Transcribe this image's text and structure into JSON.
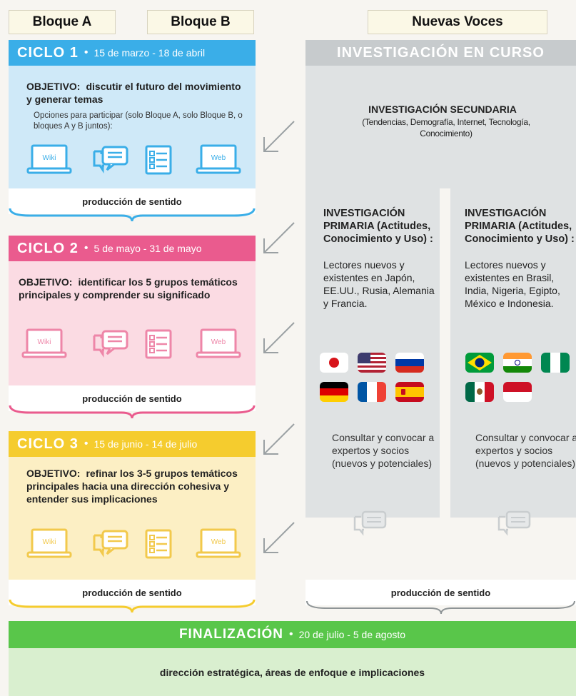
{
  "tabs": {
    "block_a": "Bloque A",
    "block_b": "Bloque B",
    "new_voices": "Nuevas Voces"
  },
  "cycle1": {
    "name": "CICLO 1",
    "dates": "15 de marzo - 18 de abril",
    "objective_label": "OBJETIVO:",
    "objective_text": "discutir el futuro del movimiento y generar temas",
    "options": "Opciones para participar (solo Bloque A, solo Bloque B, o bloques A y B juntos):",
    "sense": "producción de sentido",
    "color": "#3aaee8",
    "bg": "#cfe9f8"
  },
  "cycle2": {
    "name": "CICLO 2",
    "dates": "5 de mayo - 31 de mayo",
    "objective_label": "OBJETIVO:",
    "objective_text": "identificar los 5 grupos temáticos principales y comprender su significado",
    "sense": "producción de sentido",
    "color": "#ea5b8e",
    "bg": "#fbdbe3"
  },
  "cycle3": {
    "name": "CICLO 3",
    "dates": "15 de junio - 14 de julio",
    "objective_label": "OBJETIVO:",
    "objective_text": "refinar los 3-5 grupos temáticos principales hacia una dirección cohesiva y entender sus implicaciones",
    "sense": "producción de sentido",
    "color": "#f5cc2e",
    "bg": "#fcefc4"
  },
  "icons": {
    "wiki": "Wiki",
    "web": "Web"
  },
  "research": {
    "header": "INVESTIGACIÓN EN CURSO",
    "secondary_title": "INVESTIGACIÓN SECUNDARIA",
    "secondary_sub": "(Tendencias, Demografía, Internet, Tecnología, Conocimiento)",
    "primary_title": "INVESTIGACIÓN PRIMARIA (Actitudes, Conocimiento y Uso) :",
    "left_text": "Lectores nuevos y existentes en Japón, EE.UU., Rusia, Alemania y Francia.",
    "right_text": "Lectores nuevos y existentes en Brasil, India, Nigeria, Egipto, México e Indonesia.",
    "consult": "Consultar y convocar a expertos y socios (nuevos y potenciales)",
    "sense": "producción de sentido",
    "flags_left": [
      "japan-flag",
      "usa-flag",
      "russia-flag",
      "germany-flag",
      "france-flag",
      "spain-flag"
    ],
    "flags_right": [
      "brazil-flag",
      "india-flag",
      "nigeria-flag",
      "mexico-flag",
      "indonesia-flag"
    ]
  },
  "final": {
    "name": "FINALIZACIÓN",
    "dates": "20 de julio - 5 de agosto",
    "text": "dirección estratégica, áreas de enfoque e implicaciones"
  }
}
